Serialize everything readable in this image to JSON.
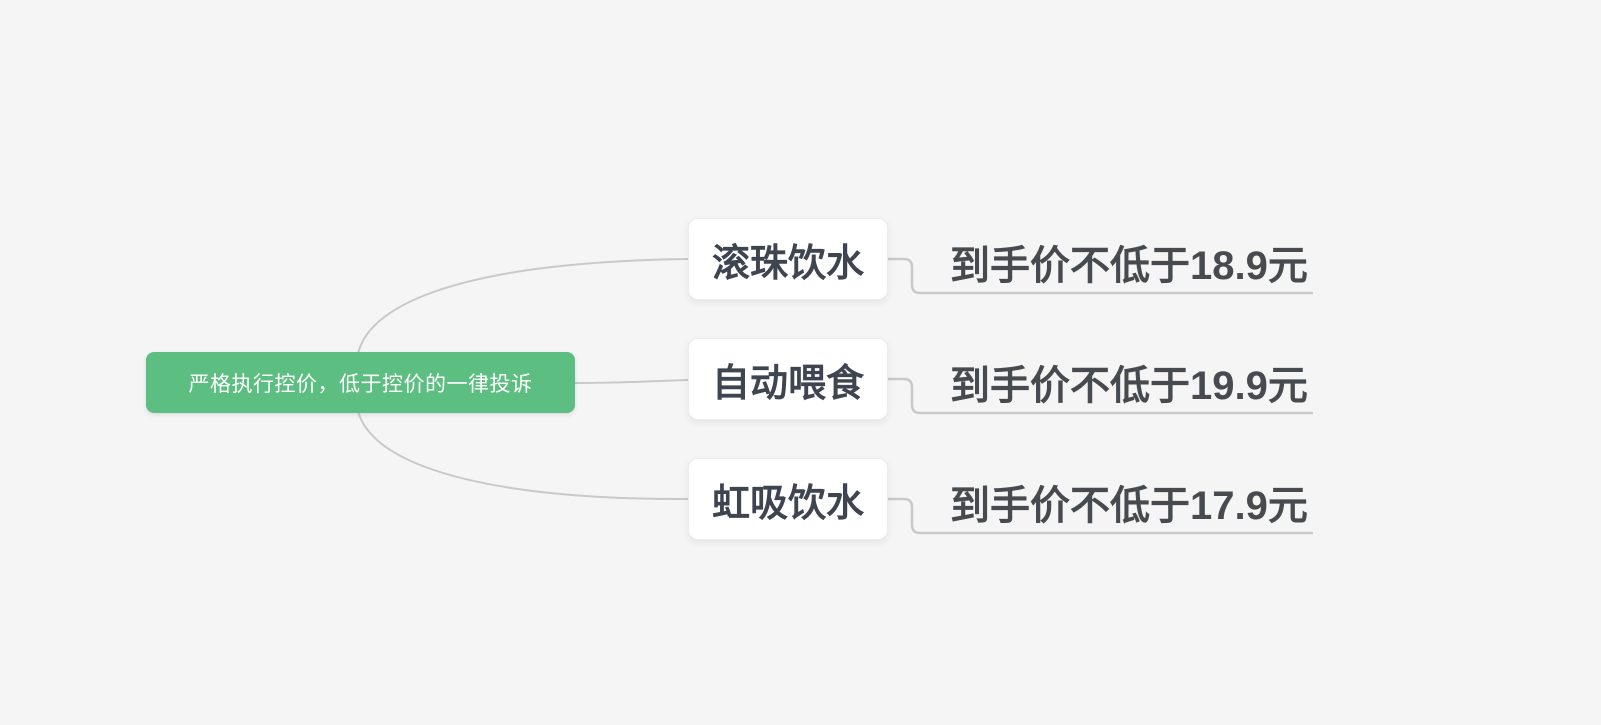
{
  "app": {
    "type": "mindmap-canvas",
    "background_color": "#f5f5f5"
  },
  "colors": {
    "root_fill": "#5cbe80",
    "root_text": "#ffffff",
    "branch_fill": "#ffffff",
    "branch_border": "#ececec",
    "branch_text": "#3e4551",
    "price_note_text": "#474b4f",
    "connector": "#c9c9c9"
  },
  "mindmap": {
    "root": {
      "label": "严格执行控价，低于控价的一律投诉"
    },
    "branches": [
      {
        "label": "滚珠饮水",
        "price_note": "到手价不低于18.9元"
      },
      {
        "label": "自动喂食",
        "price_note": "到手价不低于19.9元"
      },
      {
        "label": "虹吸饮水",
        "price_note": "到手价不低于17.9元"
      }
    ]
  }
}
